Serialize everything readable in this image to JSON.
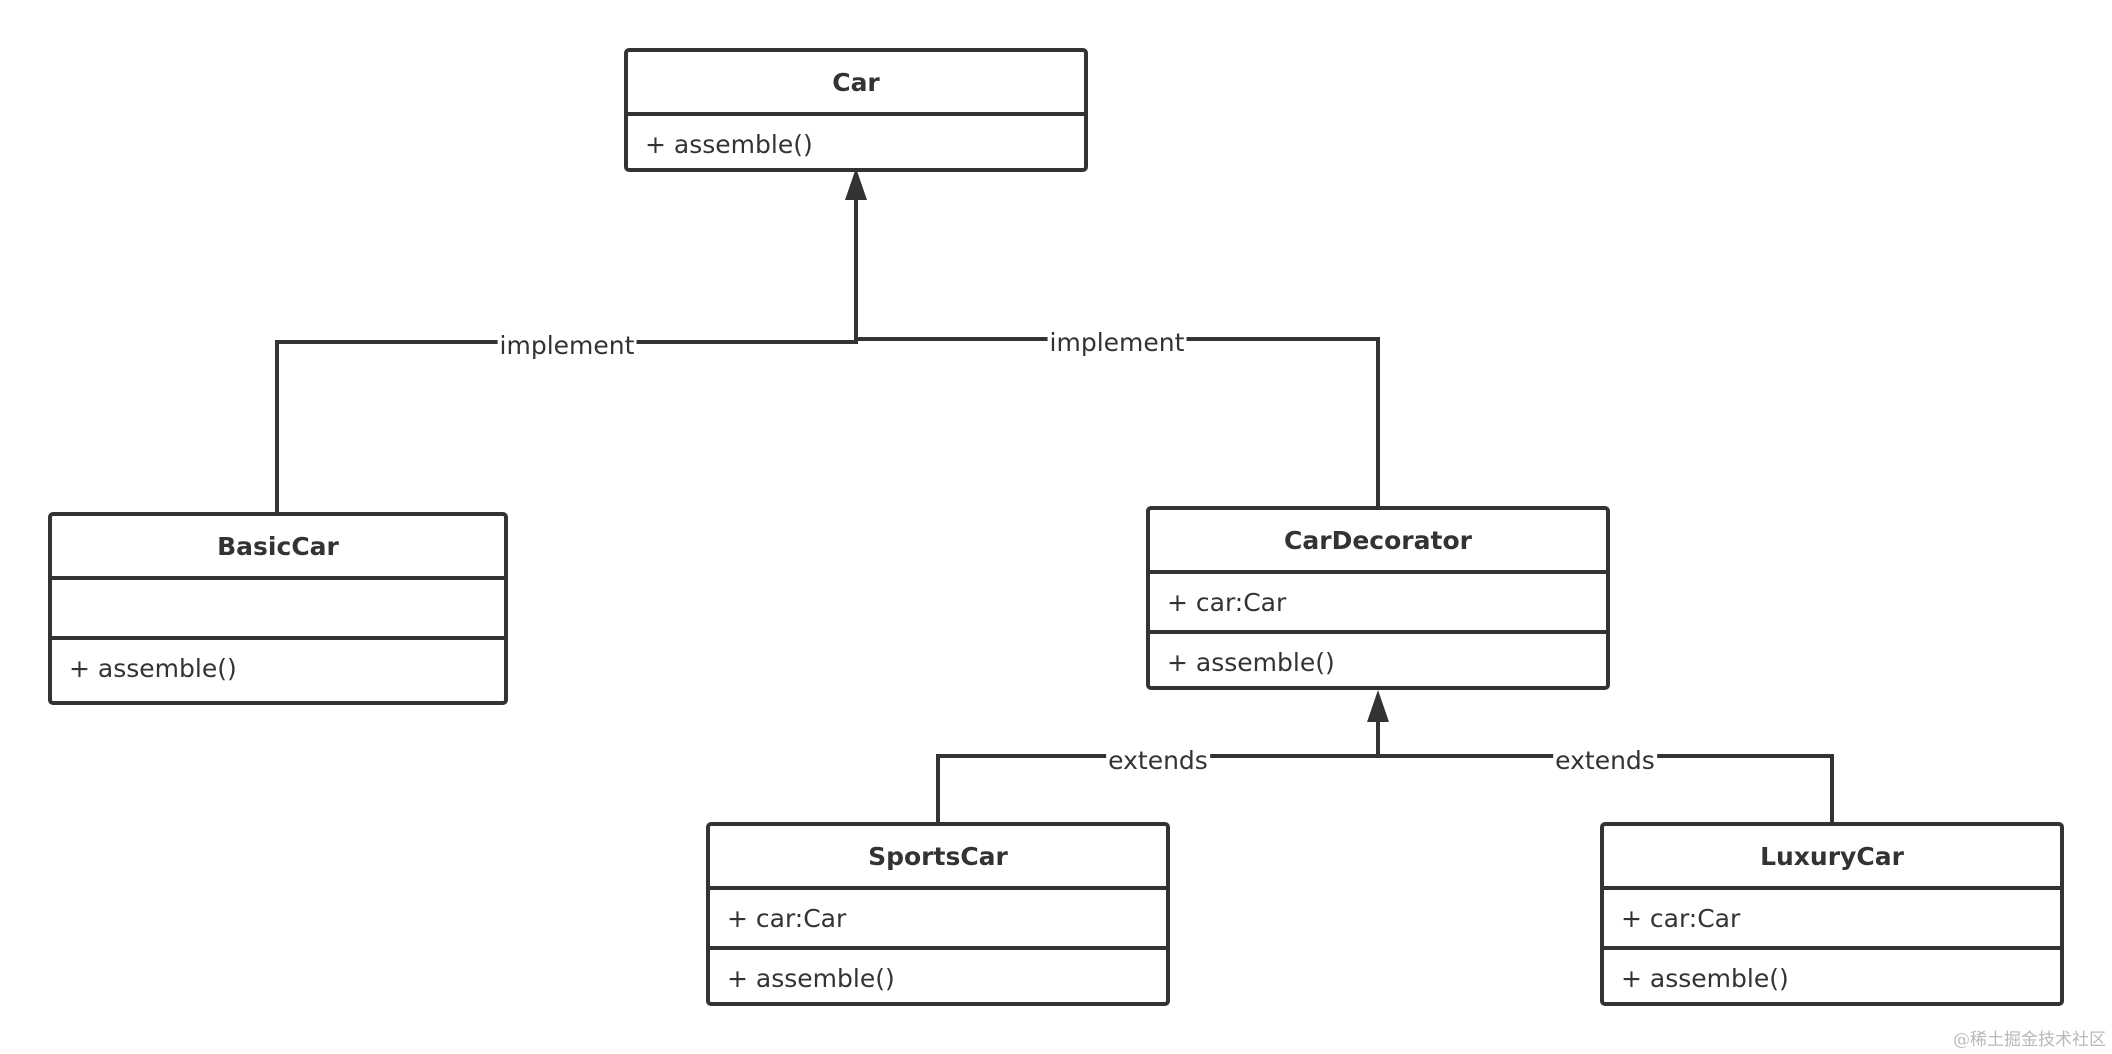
{
  "diagram": {
    "classes": {
      "car": {
        "name": "Car",
        "methods": [
          "+ assemble()"
        ]
      },
      "basic_car": {
        "name": "BasicCar",
        "attributes": [],
        "methods": [
          "+ assemble()"
        ]
      },
      "car_decorator": {
        "name": "CarDecorator",
        "attributes": [
          "+ car:Car"
        ],
        "methods": [
          "+ assemble()"
        ]
      },
      "sports_car": {
        "name": "SportsCar",
        "attributes": [
          "+ car:Car"
        ],
        "methods": [
          "+ assemble()"
        ]
      },
      "luxury_car": {
        "name": "LuxuryCar",
        "attributes": [
          "+ car:Car"
        ],
        "methods": [
          "+ assemble()"
        ]
      }
    },
    "relations": [
      {
        "from": "BasicCar",
        "to": "Car",
        "label": "implement"
      },
      {
        "from": "CarDecorator",
        "to": "Car",
        "label": "implement"
      },
      {
        "from": "SportsCar",
        "to": "CarDecorator",
        "label": "extends"
      },
      {
        "from": "LuxuryCar",
        "to": "CarDecorator",
        "label": "extends"
      }
    ],
    "line_color": "#333333"
  },
  "watermark": "@稀土掘金技术社区"
}
